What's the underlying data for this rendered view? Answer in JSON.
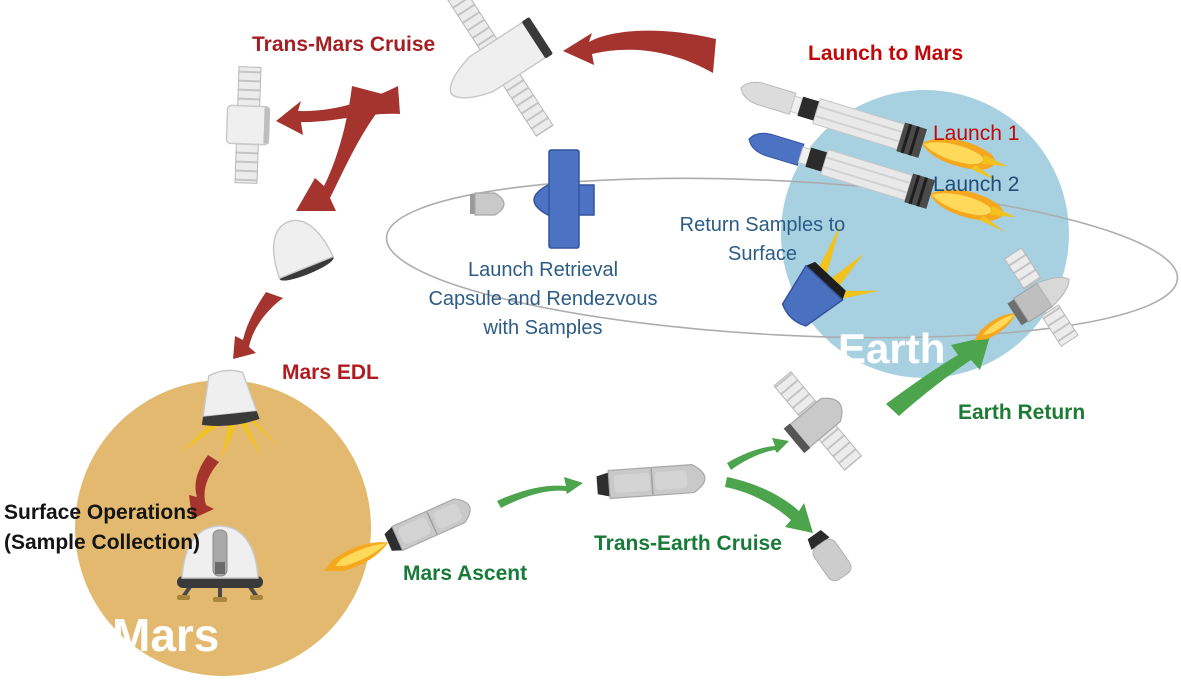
{
  "colors": {
    "background": "#FFFFFF",
    "mars_fill": "#E2B96E",
    "earth_fill": "#A7D1E1",
    "orbit_stroke": "#ADADAD",
    "red_arrow": "#A5342E",
    "green_arrow": "#4CA44C",
    "flame_outer": "#F5A81E",
    "flame_inner": "#FFD95A",
    "craft_blue": "#4C72C4"
  },
  "labels": {
    "trans_mars_cruise": "Trans-Mars Cruise",
    "launch_to_mars": "Launch to Mars",
    "launch_1": "Launch 1",
    "launch_2": "Launch 2",
    "return_samples_to_surface": "Return Samples to\nSurface",
    "launch_retrieval": "Launch Retrieval\nCapsule and Rendezvous\nwith Samples",
    "earth": "Earth",
    "earth_return": "Earth Return",
    "mars_edl": "Mars EDL",
    "surface_operations": "Surface Operations\n(Sample Collection)",
    "mars_ascent": "Mars Ascent",
    "trans_earth_cruise": "Trans-Earth Cruise",
    "mars": "Mars"
  },
  "label_colors": {
    "trans_mars_cruise": "#A41F23",
    "launch_to_mars": "#C00A0A",
    "launch_1": "#C00A0A",
    "launch_2": "#204E78",
    "return_samples_to_surface": "#2B5C86",
    "launch_retrieval": "#2B5C86",
    "earth": "#FFFFFF",
    "earth_return": "#1C7C34",
    "mars_edl": "#B01B20",
    "surface_operations": "#141414",
    "mars_ascent": "#187A38",
    "trans_earth_cruise": "#187A38",
    "mars": "#FFFFFF"
  },
  "illustrations": [
    "mars-planet",
    "earth-planet",
    "orbit-ellipse",
    "trans-mars-spacecraft",
    "relay-satellite",
    "entry-capsule",
    "edl-capsule",
    "mars-lander",
    "mars-ascent-rocket",
    "trans-earth-vehicle",
    "earth-return-craft",
    "orbit-satellite",
    "sample-retrieval-craft",
    "sample-capsule",
    "launch-1-rocket",
    "launch-2-rocket",
    "return-capsule-blue",
    "reentry-capsule-small"
  ]
}
